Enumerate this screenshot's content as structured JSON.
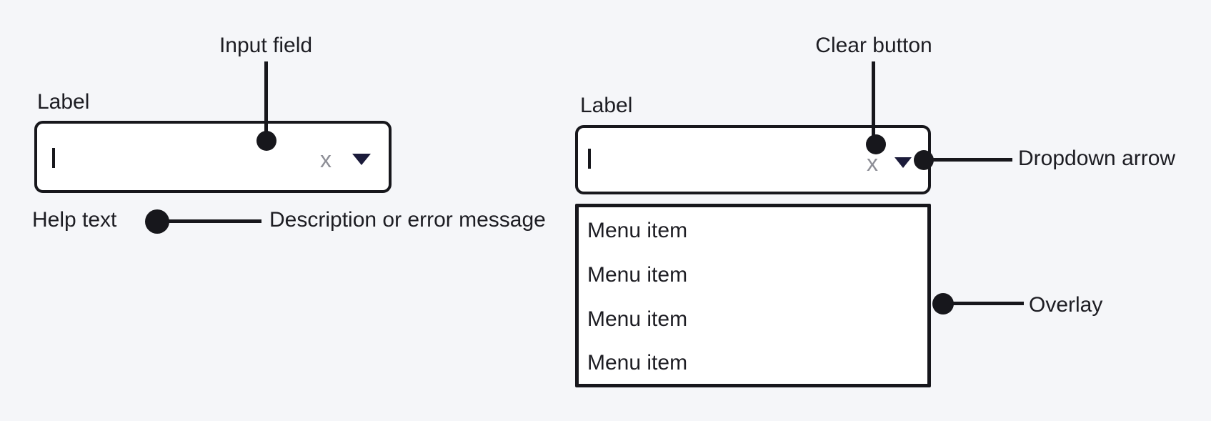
{
  "colors": {
    "background": "#f5f6f9",
    "ink": "#17171c",
    "text": "#1d1d23",
    "surface": "#ffffff",
    "clear_x_gray": "#8d8e96",
    "dropdown_arrow_navy": "#1b1b3a"
  },
  "left_combobox": {
    "label": "Label",
    "help_text": "Help text"
  },
  "right_combobox": {
    "label": "Label",
    "menu_items": [
      "Menu item",
      "Menu item",
      "Menu item",
      "Menu item"
    ]
  },
  "annotations": {
    "input_field": "Input field",
    "help_description": "Description or error message",
    "clear_button": "Clear button",
    "dropdown_arrow": "Dropdown arrow",
    "overlay": "Overlay"
  },
  "icons": {
    "clear_icon": "x",
    "dropdown_arrow_icon": "triangle-down",
    "text_cursor_icon": "i-beam"
  }
}
